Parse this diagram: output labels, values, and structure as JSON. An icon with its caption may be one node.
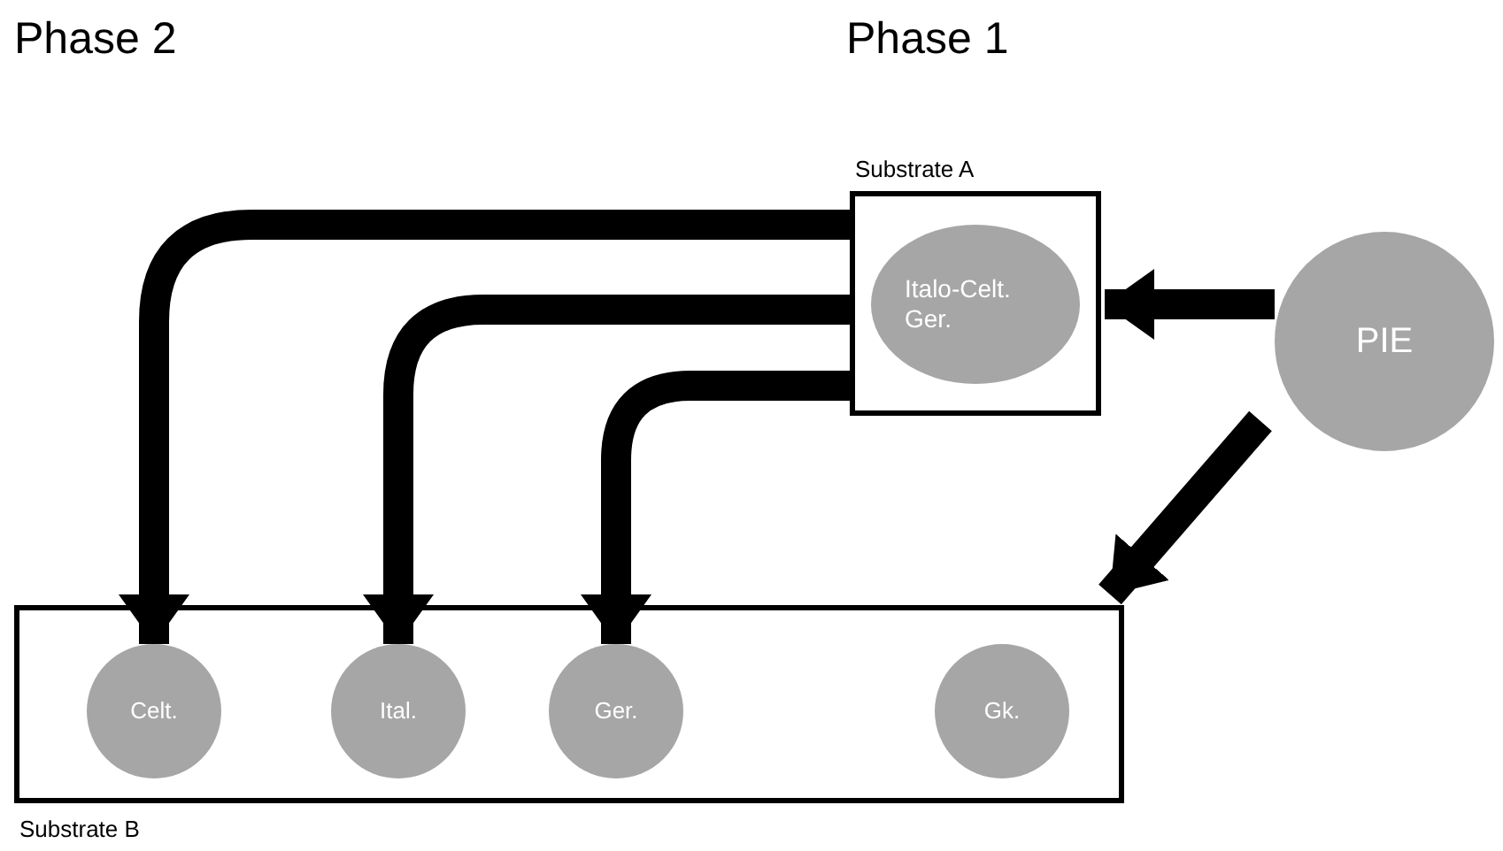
{
  "diagram": {
    "nodes": [
      {
        "text": [
          "Substrate A"
        ]
      },
      {
        "text": [
          "Italo-Celt. Ger."
        ],
        "in": 0
      },
      {
        "text": [
          "PIE"
        ]
      },
      {
        "text": [
          "Substrate B"
        ]
      },
      {
        "text": [
          "Celt."
        ],
        "in": 3
      },
      {
        "text": [
          "Ital."
        ],
        "in": 3
      },
      {
        "text": [
          "Ger."
        ],
        "in": 3
      },
      {
        "text": [
          "Gk."
        ],
        "in": 3
      }
    ],
    "edges": [
      {
        "from": 2,
        "to": 0,
        "arrow": "to"
      },
      {
        "from": 2,
        "to": 3,
        "arrow": "to"
      },
      {
        "from": 0,
        "to": 4,
        "arrow": "to"
      },
      {
        "from": 0,
        "to": 5,
        "arrow": "to"
      },
      {
        "from": 0,
        "to": 6,
        "arrow": "to"
      }
    ],
    "labels": [
      "Phase 2",
      "Phase 1"
    ]
  }
}
